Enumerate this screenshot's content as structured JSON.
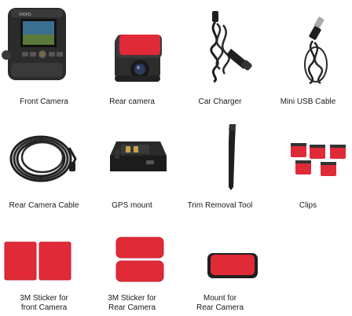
{
  "items": [
    {
      "label": "Front Camera"
    },
    {
      "label": "Rear camera"
    },
    {
      "label": "Car Charger"
    },
    {
      "label": "Mini USB Cable"
    },
    {
      "label": "Rear Camera Cable"
    },
    {
      "label": "GPS mount"
    },
    {
      "label": "Trim Removal Tool"
    },
    {
      "label": "Clips"
    },
    {
      "label_line1": "3M Sticker for",
      "label_line2": "front Camera"
    },
    {
      "label_line1": "3M Sticker for",
      "label_line2": "Rear Camera"
    },
    {
      "label_line1": "Mount for",
      "label_line2": "Rear Camera"
    }
  ],
  "front_camera": {
    "brand": "VIOFO"
  },
  "colors": {
    "adhesive_red": "#e02a38",
    "device_black": "#2a2a2a",
    "background": "#ffffff"
  }
}
